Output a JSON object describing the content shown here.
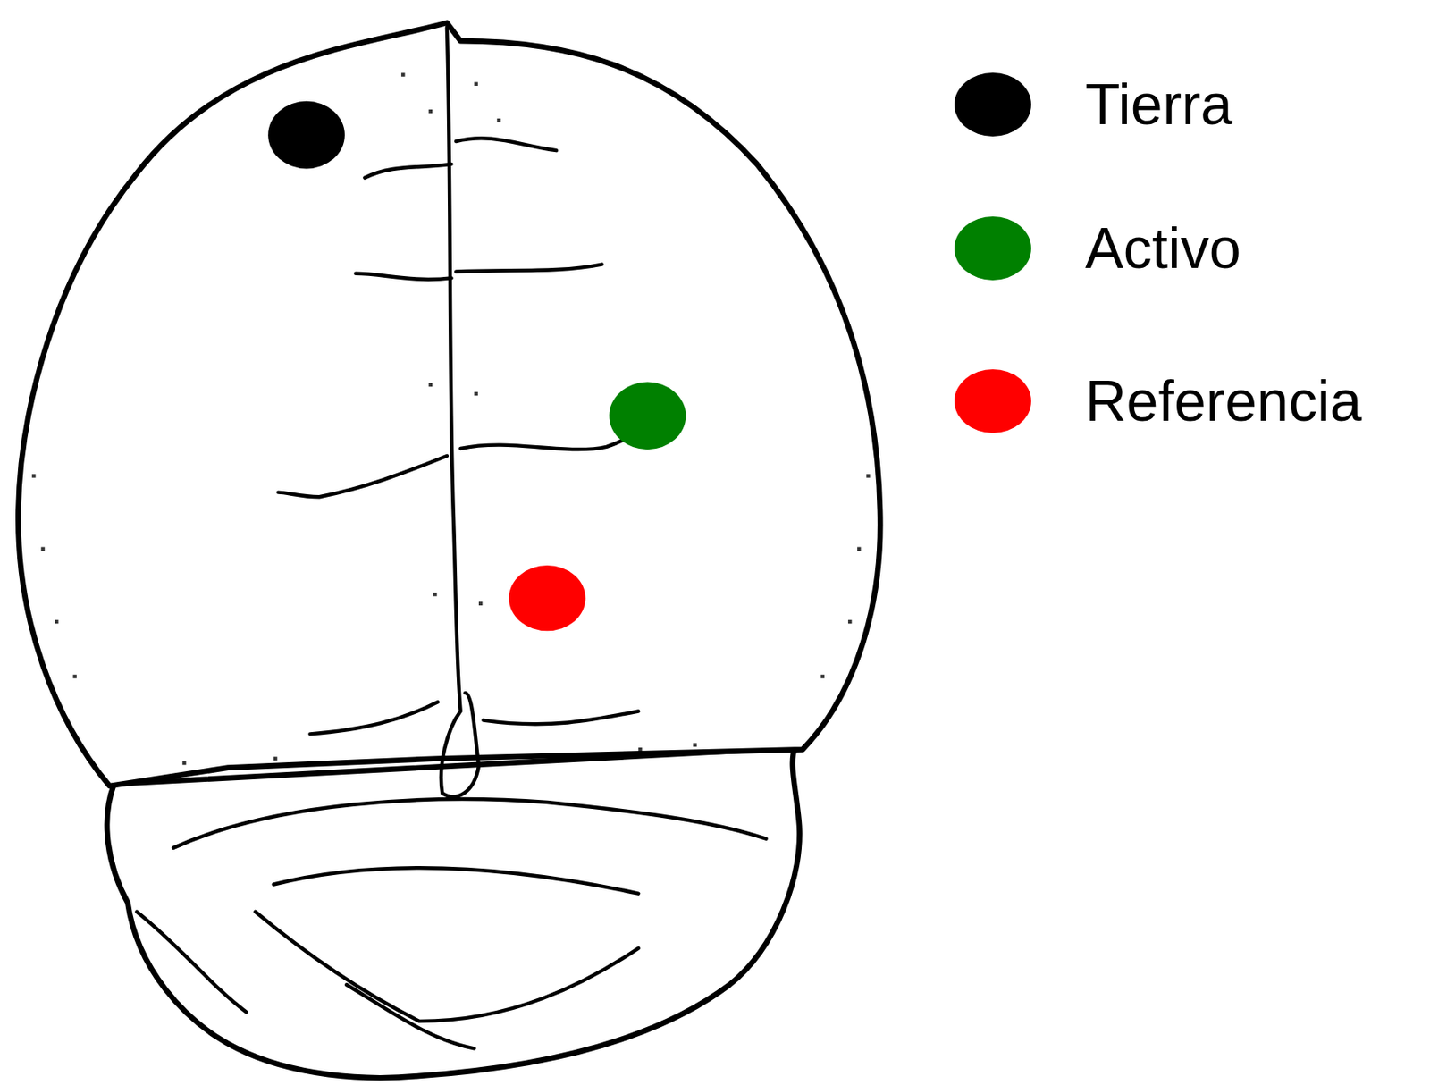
{
  "diagram": {
    "legend": [
      {
        "text": "Tierra",
        "color": "#000000"
      },
      {
        "text": "Activo",
        "color": "#008000"
      },
      {
        "text": "Referencia",
        "color": "#ff0000"
      }
    ]
  }
}
